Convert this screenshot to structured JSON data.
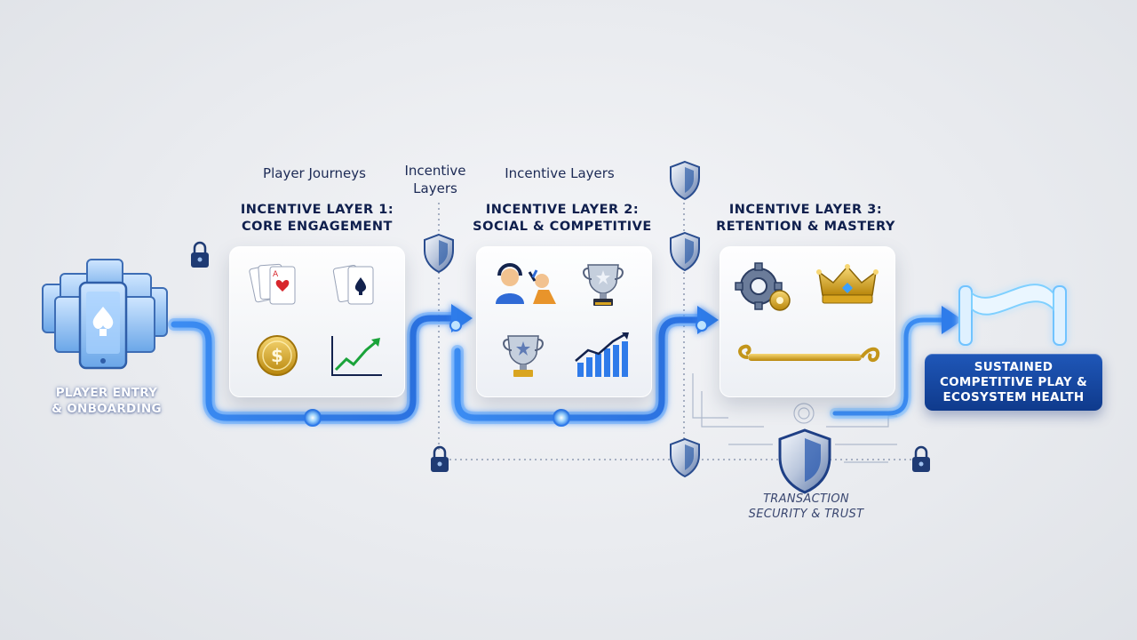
{
  "headers": {
    "player_journeys": "Player Journeys",
    "incentive_layers_mid_line1": "Incentive",
    "incentive_layers_mid_line2": "Layers",
    "incentive_layers_right": "Incentive Layers"
  },
  "layers": [
    {
      "line1": "INCENTIVE LAYER 1:",
      "line2": "CORE ENGAGEMENT",
      "icons": [
        "playing-cards-hearts-icon",
        "playing-cards-spades-icon",
        "dollar-coin-icon",
        "growth-chart-icon"
      ]
    },
    {
      "line1": "INCENTIVE LAYER 2:",
      "line2": "SOCIAL & COMPETITIVE",
      "icons": [
        "players-high-five-icon",
        "trophy-icon",
        "trophy-star-icon",
        "bar-chart-growth-icon"
      ]
    },
    {
      "line1": "INCENTIVE LAYER 3:",
      "line2": "RETENTION & MASTERY",
      "icons": [
        "gears-icon",
        "crown-icon",
        "key-icon"
      ]
    }
  ],
  "entry": {
    "line1": "PLAYER ENTRY",
    "line2": "& ONBOARDING"
  },
  "security": {
    "line1": "TRANSACTION",
    "line2": "SECURITY & TRUST"
  },
  "outcome": {
    "line1": "SUSTAINED",
    "line2": "COMPETITIVE PLAY &",
    "line3": "ECOSYSTEM HEALTH"
  },
  "colors": {
    "flow_blue": "#2f7bea",
    "flow_glow": "#7fc2ff",
    "navy": "#0f2a66",
    "gold": "#d9a520",
    "outcome_box": "#1a4ea8"
  }
}
